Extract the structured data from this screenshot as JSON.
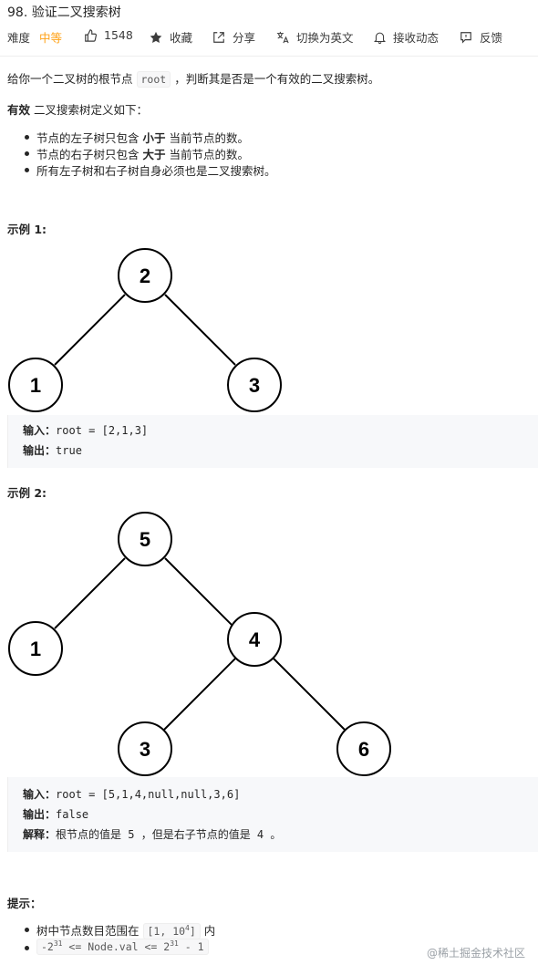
{
  "problem": {
    "title": "98. 验证二叉搜索树",
    "difficulty_label": "难度",
    "difficulty_value": "中等",
    "likes": "1548",
    "favorite_label": "收藏",
    "share_label": "分享",
    "translate_label": "切换为英文",
    "subscribe_label": "接收动态",
    "feedback_label": "反馈"
  },
  "description": {
    "intro_prefix": "给你一个二叉树的根节点",
    "intro_code": "root",
    "intro_suffix": "，判断其是否是一个有效的二叉搜索树。",
    "def_strong": "有效",
    "def_rest": "二叉搜索树定义如下：",
    "rules": [
      {
        "pre": "节点的左子树只包含",
        "strong": "小于",
        "post": "当前节点的数。"
      },
      {
        "pre": "节点的右子树只包含",
        "strong": "大于",
        "post": "当前节点的数。"
      },
      {
        "pre": "所有左子树和右子树自身必须也是二叉搜索树。",
        "strong": "",
        "post": ""
      }
    ]
  },
  "example1": {
    "title": "示例 1:",
    "tree_values": [
      "2",
      "1",
      "3"
    ],
    "input_label": "输入：",
    "input_value": "root = [2,1,3]",
    "output_label": "输出：",
    "output_value": "true"
  },
  "example2": {
    "title": "示例 2:",
    "tree_values": [
      "5",
      "1",
      "4",
      "3",
      "6"
    ],
    "input_label": "输入：",
    "input_value": "root = [5,1,4,null,null,3,6]",
    "output_label": "输出：",
    "output_value": "false",
    "explain_label": "解释：",
    "explain_value": "根节点的值是 5 ，但是右子节点的值是 4 。"
  },
  "hints": {
    "title": "提示：",
    "items": [
      {
        "pre": "树中节点数目范围在",
        "code": "[1, 10",
        "sup": "4",
        "code_end": "]",
        "post": "内"
      },
      {
        "code_a": "-2",
        "sup_a": "31",
        "code_b": " <= Node.val <= 2",
        "sup_b": "31",
        "code_c": " - 1"
      }
    ]
  },
  "watermark": "@稀土掘金技术社区",
  "colors": {
    "accent": "#ffa116",
    "text": "#262626",
    "code_bg": "#f7f8fa"
  }
}
